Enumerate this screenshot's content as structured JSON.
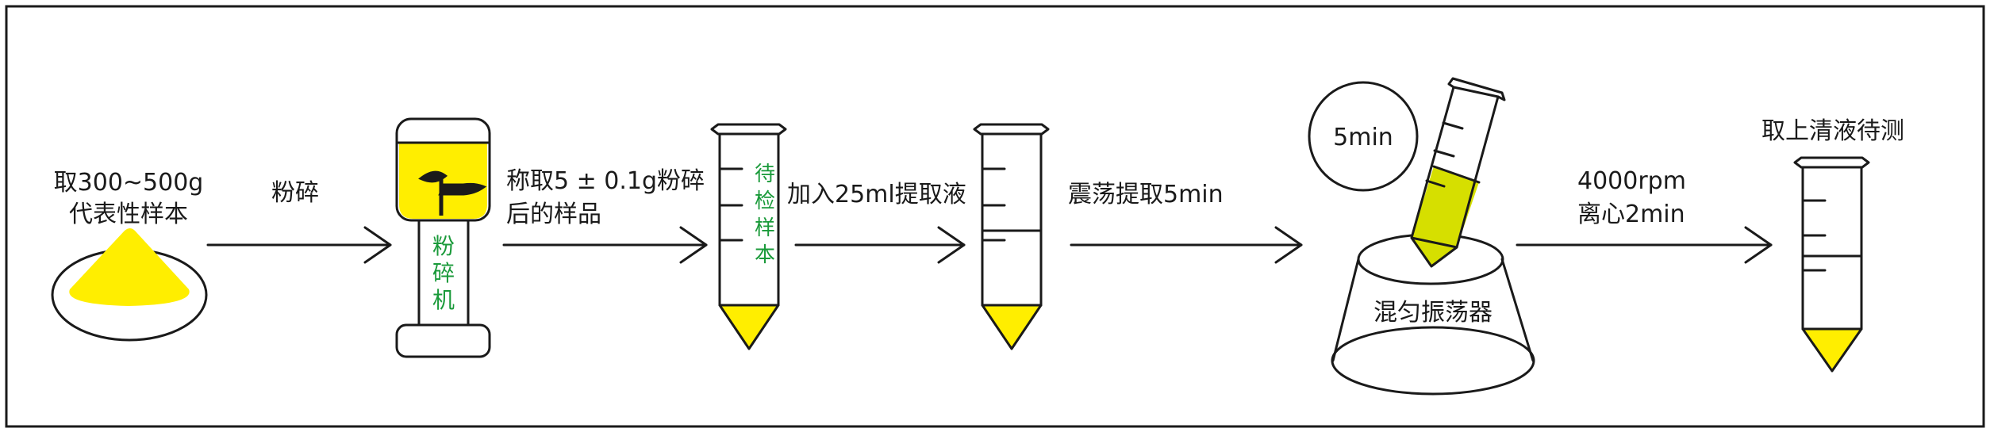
{
  "colors": {
    "yellow": "#FFEE00",
    "lime": "#D6DF00",
    "magenta": "#E5106B",
    "green_text": "#1A9A3A",
    "line": "#1a1a1a"
  },
  "icons": [
    "sample-pile-icon",
    "grinder-icon",
    "test-tube-icon",
    "shaker-icon",
    "timer-circle-icon"
  ],
  "steps": {
    "sample": {
      "line1": "取300~500g",
      "line2": "代表性样本"
    },
    "grind": {
      "label": "粉碎"
    },
    "grinder": {
      "c1": "粉",
      "c2": "碎",
      "c3": "机"
    },
    "weigh": {
      "line1": "称取5 ± 0.1g粉碎",
      "line2": "后的样品"
    },
    "tube1": {
      "c1": "待",
      "c2": "检",
      "c3": "样",
      "c4": "本"
    },
    "extract": {
      "label": "加入25ml提取液"
    },
    "shake": {
      "label": "震荡提取5min"
    },
    "timer": {
      "label": "5min"
    },
    "mixer": {
      "label": "混匀振荡器"
    },
    "centrifuge": {
      "line1": "4000rpm",
      "line2": "离心2min"
    },
    "supernatant": {
      "label": "取上清液待测"
    }
  }
}
